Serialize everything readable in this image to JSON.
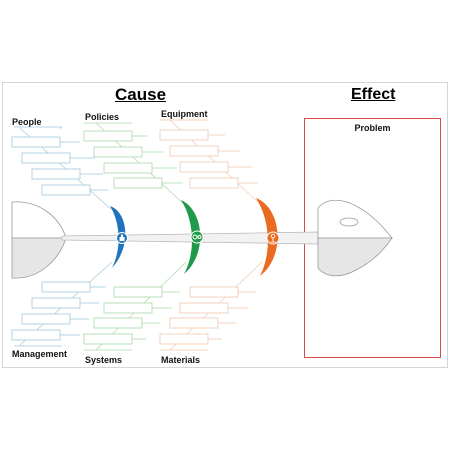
{
  "headings": {
    "cause": "Cause",
    "effect": "Effect"
  },
  "effect": {
    "label": "Problem",
    "border_color": "#d94a4a"
  },
  "categories": {
    "people": "People",
    "policies": "Policies",
    "equipment": "Equipment",
    "management": "Management",
    "systems": "Systems",
    "materials": "Materials"
  },
  "colors": {
    "people_group": "#9ec9de",
    "policies_group": "#a9d6a9",
    "equipment_group": "#f0c7ad",
    "blue_fin": "#1f74bb",
    "green_fin": "#1f9a48",
    "orange_fin": "#ea6a22",
    "spine": "#c8c8c8",
    "fish_fill": "#e6e6e6"
  },
  "icons": {
    "blue_fin": "thumbs-up-icon",
    "green_fin": "gears-icon",
    "orange_fin": "flower-icon"
  }
}
